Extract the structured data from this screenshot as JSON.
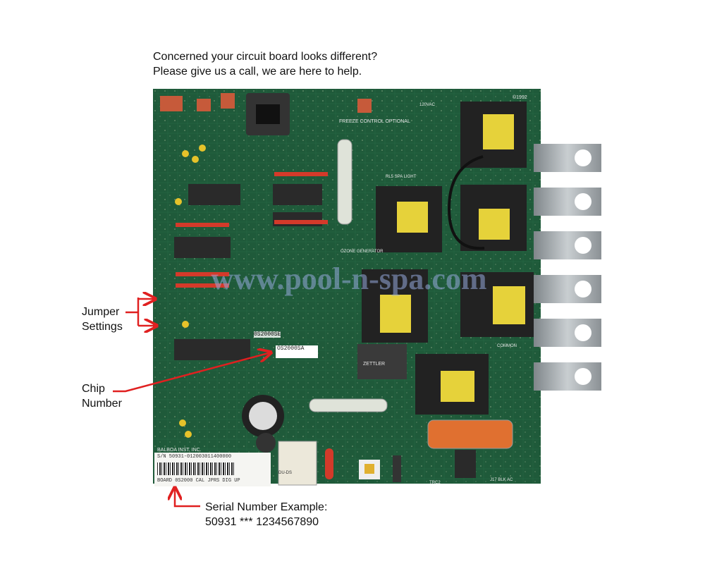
{
  "header": {
    "line1": "Concerned your circuit board looks different?",
    "line2": "Please give us a call, we are here to help."
  },
  "callouts": {
    "jumper_line1": "Jumper",
    "jumper_line2": "Settings",
    "chip_line1": "Chip",
    "chip_line2": "Number",
    "serial_line1": "Serial Number Example:",
    "serial_line2": "50931 *** 1234567890"
  },
  "watermark": "www.pool-n-spa.com",
  "board_labels": {
    "chip_id": "0S2000SE",
    "chip_sticker": "OS2000SA",
    "sticker_line1": "S/N 50931-012003011400000",
    "sticker_line2": "BOARD 0S2000 CAL JPRS DIG UP",
    "sticker_side": "DU-DS",
    "maker": "BALBOA INST. INC.",
    "freeze": "FREEZE CONTROL OPTIONAL",
    "ozone": "OZONE GENERATOR",
    "spa_light": "RL5 SPA LIGHT",
    "relay_brand": "ZETTLER",
    "common": "COMMON",
    "blk_ac": "J17 BLK AC",
    "trc2": "TRC2",
    "vac": "120VAC",
    "copyright": "©1992"
  },
  "colors": {
    "pcb": "#1f5a3a",
    "relay": "#e6d23a",
    "red_strip": "#d43a2a",
    "callout_line": "#e02020",
    "terminal": "#9aa0a4"
  }
}
